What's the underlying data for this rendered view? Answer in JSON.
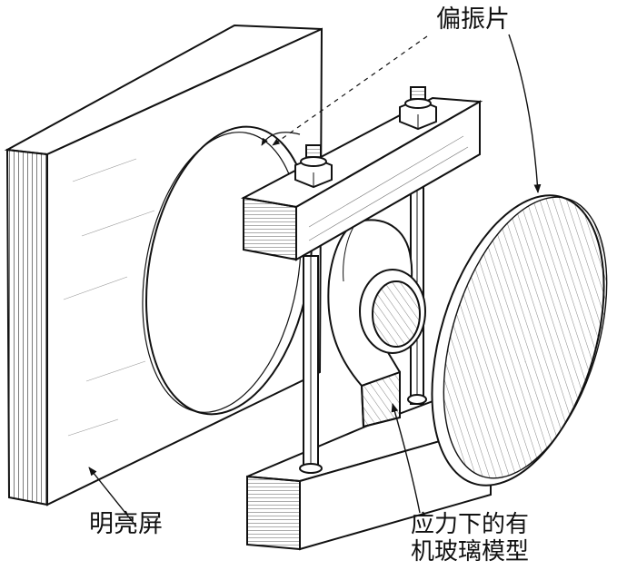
{
  "labels": {
    "polarizer": "偏振片",
    "screen": "明亮屏",
    "model_line1": "应力下的有",
    "model_line2": "机玻璃模型"
  },
  "colors": {
    "ink": "#111111",
    "paper": "#ffffff"
  }
}
